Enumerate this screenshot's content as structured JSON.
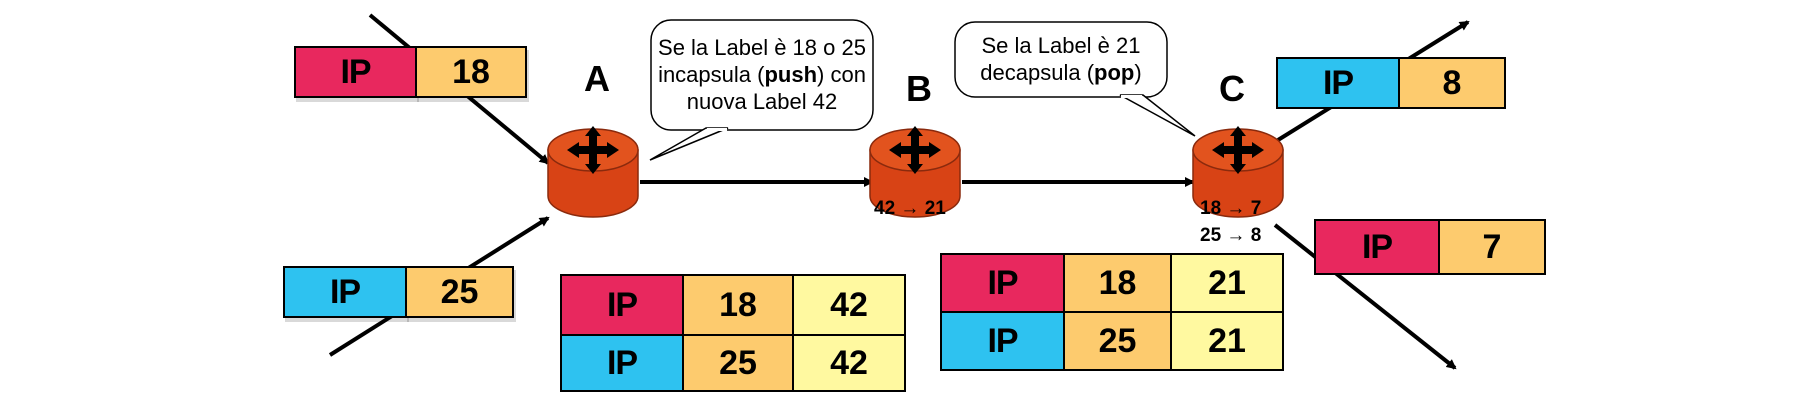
{
  "colors": {
    "ip_red": "#E8285E",
    "ip_blue": "#2EC2F0",
    "label_orange": "#FDCB6E",
    "label_yellow": "#FFF9A0",
    "router": "#D84315"
  },
  "routers": [
    {
      "name": "A"
    },
    {
      "name": "B",
      "swap": "42 → 21"
    },
    {
      "name": "C",
      "swap": "18 → 7",
      "swap2": "25 → 8"
    }
  ],
  "bubbles": {
    "a": {
      "pre": "Se la Label è 18 o 25 incapsula (",
      "bold": "push",
      "post": ") con nuova Label 42"
    },
    "b": {
      "pre": "Se la Label è 21 decapsula (",
      "bold": "pop",
      "post": ")"
    }
  },
  "packets": {
    "in_top": {
      "proto": "IP",
      "label": "18"
    },
    "in_bottom": {
      "proto": "IP",
      "label": "25"
    },
    "out_top": {
      "proto": "IP",
      "label": "8"
    },
    "out_bottom": {
      "proto": "IP",
      "label": "7"
    }
  },
  "tables": {
    "a": [
      {
        "proto": "IP",
        "label": "18",
        "new": "42"
      },
      {
        "proto": "IP",
        "label": "25",
        "new": "42"
      }
    ],
    "c": [
      {
        "proto": "IP",
        "label": "18",
        "new": "21"
      },
      {
        "proto": "IP",
        "label": "25",
        "new": "21"
      }
    ]
  }
}
